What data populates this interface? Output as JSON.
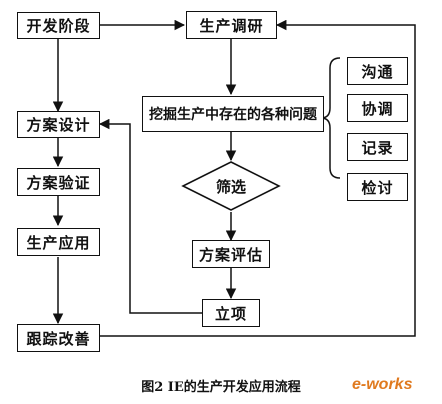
{
  "nodes": {
    "kaifa_jieduan": "开发阶段",
    "shengchan_diaoyan": "生产调研",
    "fangan_sheji": "方案设计",
    "fangan_yanzheng": "方案验证",
    "shengchan_yingyong": "生产应用",
    "genzong_gaishan": "跟踪改善",
    "wajue_wenti": "挖掘生产中存在的各种问题",
    "shaixuan": "筛选",
    "fangan_pinggu": "方案评估",
    "lixiang": "立项",
    "goutong": "沟通",
    "xietiao": "协调",
    "jilu": "记录",
    "jiantao": "检讨"
  },
  "caption": "图2  IE的生产开发应用流程",
  "watermark": "e-works",
  "colors": {
    "line": "#111111",
    "watermark": "#e07a1f"
  }
}
